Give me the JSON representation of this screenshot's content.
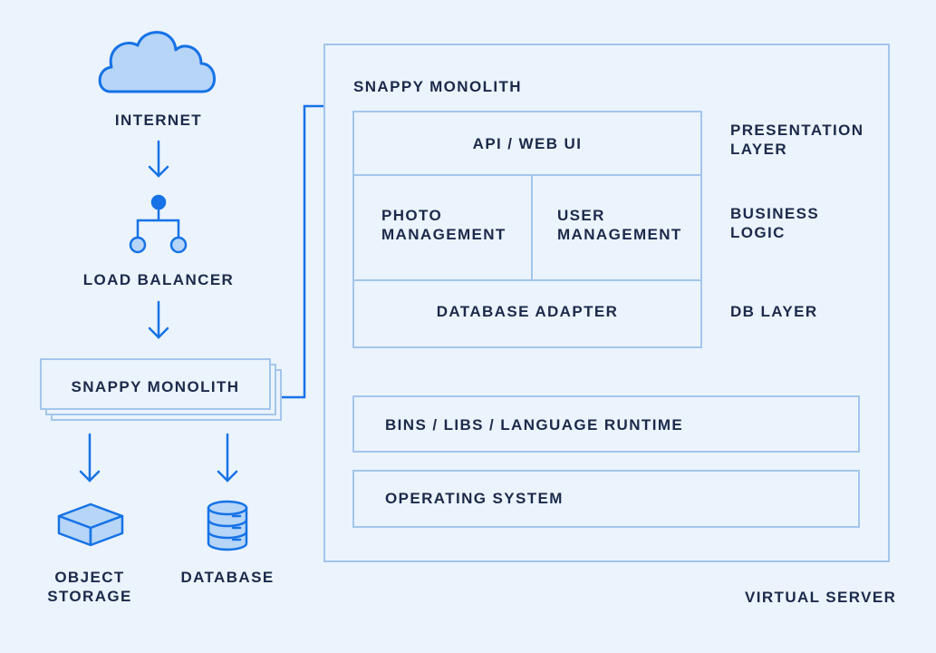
{
  "left": {
    "internet": "INTERNET",
    "load_balancer": "LOAD BALANCER",
    "monolith": "SNAPPY MONOLITH",
    "object_storage": "OBJECT\nSTORAGE",
    "database": "DATABASE"
  },
  "server": {
    "title": "SNAPPY MONOLITH",
    "api_web_ui": "API / WEB UI",
    "photo_management": "PHOTO\nMANAGEMENT",
    "user_management": "USER\nMANAGEMENT",
    "database_adapter": "DATABASE ADAPTER",
    "runtime": "BINS / LIBS / LANGUAGE RUNTIME",
    "os": "OPERATING SYSTEM",
    "footer": "VIRTUAL SERVER"
  },
  "layers": {
    "presentation": "PRESENTATION\nLAYER",
    "business": "BUSINESS\nLOGIC",
    "db": "DB LAYER"
  },
  "colors": {
    "background": "#ebf3fc",
    "accent": "#1672e6",
    "fill": "#b6d5f7",
    "border": "#a3c6ec",
    "text": "#1b2a4a"
  }
}
